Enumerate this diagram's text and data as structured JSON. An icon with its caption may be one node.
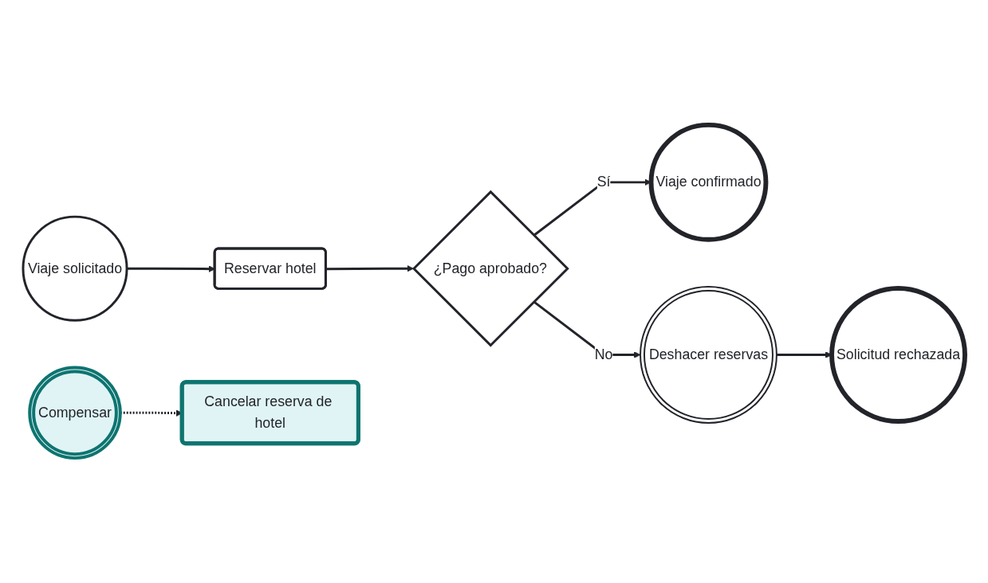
{
  "diagram": {
    "nodes": [
      {
        "text": [
          "Viaje solicitado"
        ]
      },
      {
        "text": [
          "Reservar hotel"
        ]
      },
      {
        "text": [
          "Compensar"
        ]
      },
      {
        "text": [
          "¿Pago aprobado?"
        ]
      },
      {
        "text": [
          "Viaje confirmado"
        ]
      },
      {
        "text": [
          "Deshacer reservas"
        ]
      },
      {
        "text": [
          "Solicitud rechazada"
        ]
      },
      {
        "text": [
          "Cancelar reserva de hotel"
        ]
      }
    ],
    "edges": [
      {
        "from": 0,
        "to": 1,
        "arrow": "to"
      },
      {
        "from": 1,
        "to": 3,
        "arrow": "to"
      },
      {
        "from": 3,
        "to": 4,
        "arrow": "to",
        "label": "Sí"
      },
      {
        "from": 3,
        "to": 5,
        "arrow": "to",
        "label": "No"
      },
      {
        "from": 5,
        "to": 6,
        "arrow": "to"
      },
      {
        "from": 2,
        "to": 7,
        "arrow": "to",
        "style": "dashed"
      }
    ]
  }
}
